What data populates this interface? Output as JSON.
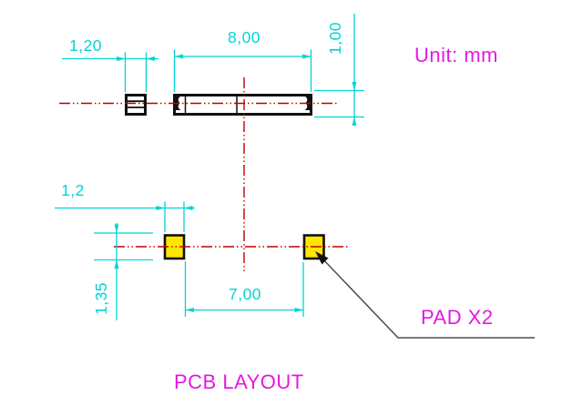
{
  "drawing": {
    "unit_label": "Unit: mm",
    "title": "PCB LAYOUT",
    "pad_callout": "PAD X2",
    "colors": {
      "dimension": "#00d4d4",
      "annotation": "#e318e3",
      "centerline": "#c00000",
      "outline": "#111111",
      "pad_fill": "#ffe600",
      "leader": "#4d4d4d"
    },
    "top_view": {
      "small_pad_width": "1,20",
      "body_length": "8,00",
      "body_thickness": "1,00"
    },
    "bottom_view": {
      "pad_width": "1,2",
      "pad_height": "1,35",
      "pad_spacing": "7,00"
    }
  }
}
